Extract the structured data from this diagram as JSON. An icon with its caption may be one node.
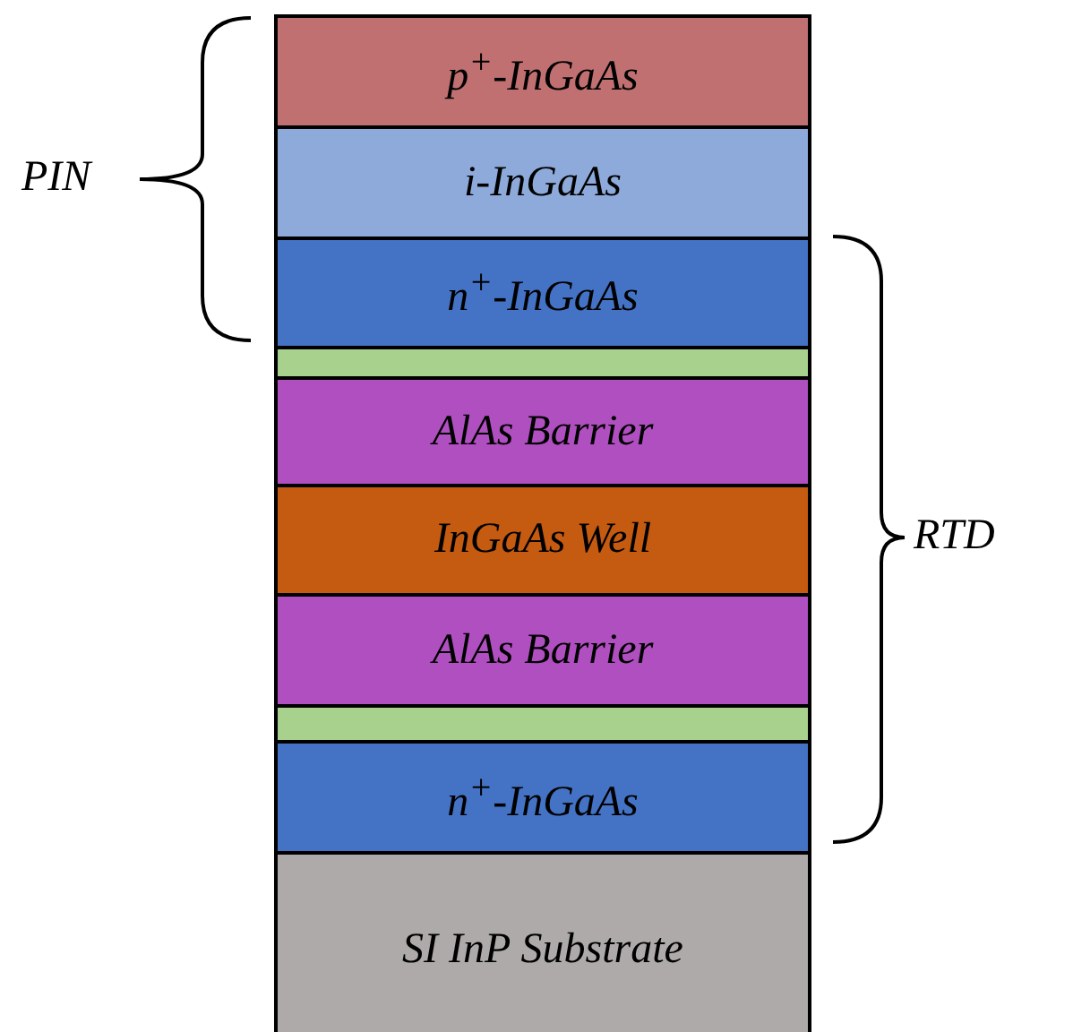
{
  "diagram": {
    "nodes": [
      {
        "text": [
          "*p*$^{+}$*-InGaAs*"
        ]
      },
      {
        "text": [
          "i-InGaAs"
        ]
      },
      {
        "text": [
          "*n*$^{+}$*-InGaAs*"
        ]
      },
      {
        "text": [],
        "shape": "bar"
      },
      {
        "text": [
          "AlAs Barrier"
        ]
      },
      {
        "text": [
          "InGaAs Well"
        ]
      },
      {
        "text": [
          "AlAs Barrier"
        ]
      },
      {
        "text": [],
        "shape": "bar"
      },
      {
        "text": [
          "*n*$^{+}$*-InGaAs*"
        ]
      },
      {
        "text": [
          "SI InP Substrate"
        ]
      }
    ],
    "labels": [
      "PIN",
      "RTD"
    ]
  }
}
